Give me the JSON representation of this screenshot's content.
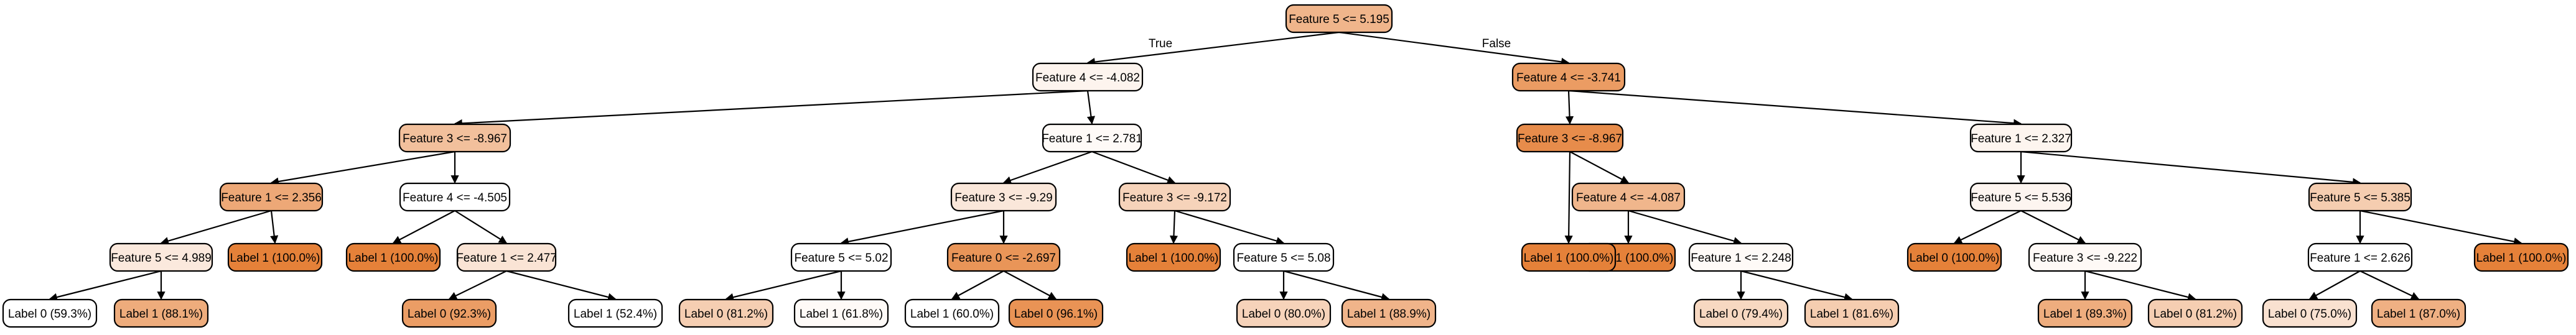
{
  "nodes": [
    {
      "id": "n0",
      "label": "Feature 5 <= 5.195",
      "fill": "#f0b58b"
    },
    {
      "id": "n1",
      "label": "Feature 4 <= -4.082",
      "fill": "#fdf4ee"
    },
    {
      "id": "n2",
      "label": "Feature 4 <= -3.741",
      "fill": "#eb9c63"
    },
    {
      "id": "n3",
      "label": "Feature 3 <= -8.967",
      "fill": "#f2c09c"
    },
    {
      "id": "n4",
      "label": "Feature 1 <= 2.781",
      "fill": "#fefaf7"
    },
    {
      "id": "n5",
      "label": "Feature 3 <= -8.967",
      "fill": "#e78c4b"
    },
    {
      "id": "n6",
      "label": "Feature 1 <= 2.327",
      "fill": "#fdf5ef"
    },
    {
      "id": "n7",
      "label": "Feature 1 <= 2.356",
      "fill": "#eda877"
    },
    {
      "id": "n8",
      "label": "Feature 4 <= -4.505",
      "fill": "#ffffff"
    },
    {
      "id": "n9",
      "label": "Feature 3 <= -9.29",
      "fill": "#fae7da"
    },
    {
      "id": "n10",
      "label": "Feature 3 <= -9.172",
      "fill": "#f6d3ba"
    },
    {
      "id": "n11",
      "label": "Feature 4 <= -4.087",
      "fill": "#f0b68c"
    },
    {
      "id": "n12",
      "label": "Feature 5 <= 5.536",
      "fill": "#fdf5f0"
    },
    {
      "id": "n13",
      "label": "Feature 5 <= 5.385",
      "fill": "#f5cdb0"
    },
    {
      "id": "n14",
      "label": "Feature 5 <= 4.989",
      "fill": "#fbe9dd"
    },
    {
      "id": "n15",
      "label": "Label 1 (100.0%)",
      "fill": "#e58139"
    },
    {
      "id": "n16",
      "label": "Label 1 (100.0%)",
      "fill": "#e58139"
    },
    {
      "id": "n17",
      "label": "Feature 1 <= 2.477",
      "fill": "#fae4d5"
    },
    {
      "id": "n18",
      "label": "Feature 5 <= 5.02",
      "fill": "#ffffff"
    },
    {
      "id": "n19",
      "label": "Feature 0 <= -2.697",
      "fill": "#e99558"
    },
    {
      "id": "n20",
      "label": "Label 1 (100.0%)",
      "fill": "#e58139"
    },
    {
      "id": "n21",
      "label": "Feature 5 <= 5.08",
      "fill": "#ffffff"
    },
    {
      "id": "n22",
      "label": "Label 1 (100.0%)",
      "fill": "#e58139"
    },
    {
      "id": "n23",
      "label": "Label 1 (100.0%)",
      "fill": "#e58139"
    },
    {
      "id": "n24",
      "label": "Feature 1 <= 2.248",
      "fill": "#fefaf7"
    },
    {
      "id": "n25",
      "label": "Label 0 (100.0%)",
      "fill": "#e58139"
    },
    {
      "id": "n26",
      "label": "Feature 3 <= -9.222",
      "fill": "#fef9f6"
    },
    {
      "id": "n27",
      "label": "Feature 1 <= 2.626",
      "fill": "#ffffff"
    },
    {
      "id": "n28",
      "label": "Label 1 (100.0%)",
      "fill": "#e58139"
    },
    {
      "id": "n29",
      "label": "Label 0 (59.3%)",
      "fill": "#ffffff"
    },
    {
      "id": "n30",
      "label": "Label 1 (88.1%)",
      "fill": "#eeac7c"
    },
    {
      "id": "n31",
      "label": "Label 0 (92.3%)",
      "fill": "#eb9d65"
    },
    {
      "id": "n32",
      "label": "Label 1 (52.4%)",
      "fill": "#ffffff"
    },
    {
      "id": "n33",
      "label": "Label 0 (81.2%)",
      "fill": "#f5ceb2"
    },
    {
      "id": "n34",
      "label": "Label 1 (61.8%)",
      "fill": "#fefaf7"
    },
    {
      "id": "n35",
      "label": "Label 1 (60.0%)",
      "fill": "#ffffff"
    },
    {
      "id": "n36",
      "label": "Label 0 (96.1%)",
      "fill": "#e99355"
    },
    {
      "id": "n37",
      "label": "Label 0 (80.0%)",
      "fill": "#f6d3ba"
    },
    {
      "id": "n38",
      "label": "Label 1 (88.9%)",
      "fill": "#f0b48a"
    },
    {
      "id": "n39",
      "label": "Label 0 (79.4%)",
      "fill": "#f7d8c1"
    },
    {
      "id": "n40",
      "label": "Label 1 (81.6%)",
      "fill": "#f5cdb0"
    },
    {
      "id": "n41",
      "label": "Label 1 (89.3%)",
      "fill": "#eead7e"
    },
    {
      "id": "n42",
      "label": "Label 0 (81.2%)",
      "fill": "#f5ceb2"
    },
    {
      "id": "n43",
      "label": "Label 0 (75.0%)",
      "fill": "#f9e1d0"
    },
    {
      "id": "n44",
      "label": "Label 1 (87.0%)",
      "fill": "#efb083"
    }
  ],
  "edges": [
    {
      "from": "n0",
      "to": "n1",
      "label": "True"
    },
    {
      "from": "n0",
      "to": "n2",
      "label": "False"
    },
    {
      "from": "n1",
      "to": "n3"
    },
    {
      "from": "n1",
      "to": "n4"
    },
    {
      "from": "n2",
      "to": "n5"
    },
    {
      "from": "n2",
      "to": "n6"
    },
    {
      "from": "n3",
      "to": "n7"
    },
    {
      "from": "n3",
      "to": "n8"
    },
    {
      "from": "n4",
      "to": "n9"
    },
    {
      "from": "n4",
      "to": "n10"
    },
    {
      "from": "n5",
      "to": "n23"
    },
    {
      "from": "n5",
      "to": "n11"
    },
    {
      "from": "n6",
      "to": "n12"
    },
    {
      "from": "n6",
      "to": "n13"
    },
    {
      "from": "n7",
      "to": "n14"
    },
    {
      "from": "n7",
      "to": "n15"
    },
    {
      "from": "n8",
      "to": "n16"
    },
    {
      "from": "n8",
      "to": "n17"
    },
    {
      "from": "n9",
      "to": "n18"
    },
    {
      "from": "n9",
      "to": "n19"
    },
    {
      "from": "n10",
      "to": "n20"
    },
    {
      "from": "n10",
      "to": "n21"
    },
    {
      "from": "n11",
      "to": "n22"
    },
    {
      "from": "n11",
      "to": "n24"
    },
    {
      "from": "n12",
      "to": "n25"
    },
    {
      "from": "n12",
      "to": "n26"
    },
    {
      "from": "n13",
      "to": "n27"
    },
    {
      "from": "n13",
      "to": "n28"
    },
    {
      "from": "n14",
      "to": "n29"
    },
    {
      "from": "n14",
      "to": "n30"
    },
    {
      "from": "n17",
      "to": "n31"
    },
    {
      "from": "n17",
      "to": "n32"
    },
    {
      "from": "n18",
      "to": "n33"
    },
    {
      "from": "n18",
      "to": "n34"
    },
    {
      "from": "n19",
      "to": "n35"
    },
    {
      "from": "n19",
      "to": "n36"
    },
    {
      "from": "n21",
      "to": "n37"
    },
    {
      "from": "n21",
      "to": "n38"
    },
    {
      "from": "n24",
      "to": "n39"
    },
    {
      "from": "n24",
      "to": "n40"
    },
    {
      "from": "n26",
      "to": "n41"
    },
    {
      "from": "n26",
      "to": "n42"
    },
    {
      "from": "n27",
      "to": "n43"
    },
    {
      "from": "n27",
      "to": "n44"
    }
  ]
}
